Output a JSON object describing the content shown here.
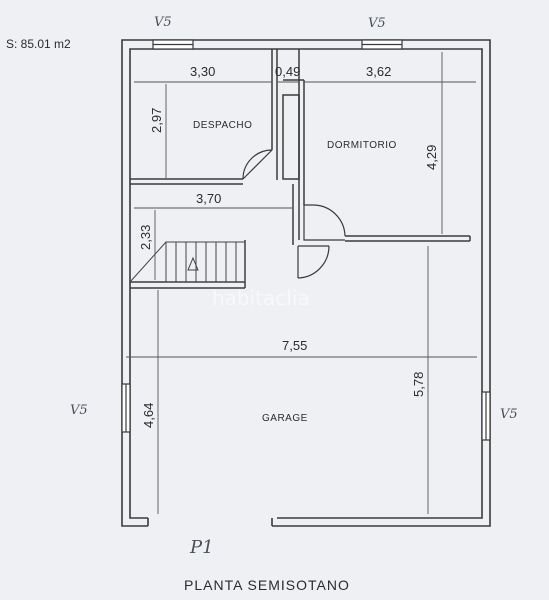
{
  "surface_label": "S: 85.01 m2",
  "title": "PLANTA SEMISOTANO",
  "floor_marker": "P1",
  "watermark": "habitaclia",
  "rooms": {
    "despacho": "DESPACHO",
    "dormitorio": "DORMITORIO",
    "garage": "GARAGE"
  },
  "dimensions": {
    "despacho_width": "3,30",
    "gap_width": "0,49",
    "dormitorio_width": "3,62",
    "despacho_height": "2,97",
    "dormitorio_height": "4,29",
    "hall_width": "3,70",
    "stair_height": "2,33",
    "garage_width": "7,55",
    "garage_height": "5,78",
    "garage_left_height": "4,64"
  },
  "window_marks": [
    "V5",
    "V5",
    "V5",
    "V5"
  ],
  "colors": {
    "wall": "#3a3a3a",
    "line": "#555555",
    "background": "#eef0f3"
  }
}
